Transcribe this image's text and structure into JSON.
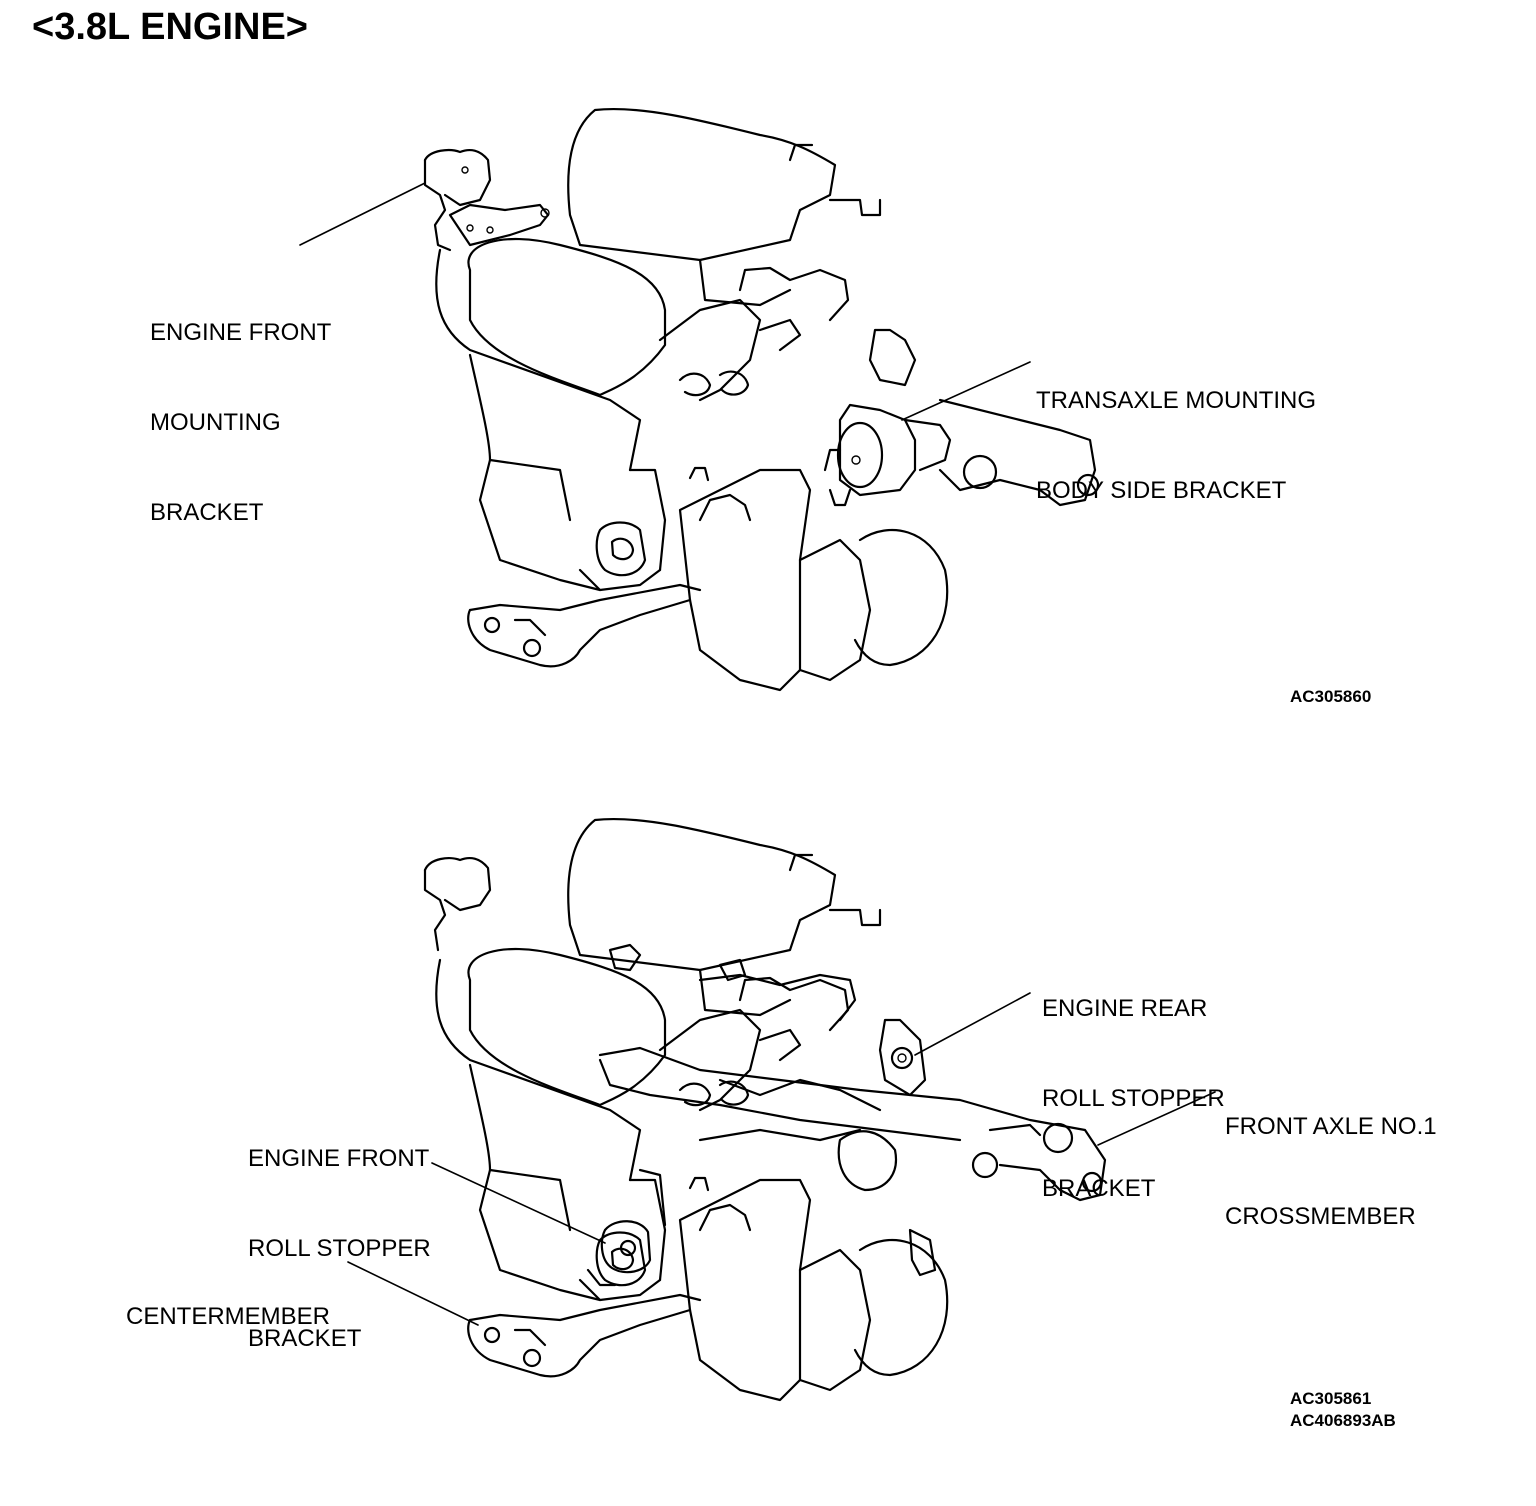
{
  "title": "<3.8L ENGINE>",
  "figures": [
    {
      "labels": {
        "engine_front_mounting_bracket": [
          "ENGINE FRONT",
          "MOUNTING",
          "BRACKET"
        ],
        "transaxle_mounting_body_side_bracket": [
          "TRANSAXLE MOUNTING",
          "BODY SIDE BRACKET"
        ]
      },
      "codes": [
        "AC305860"
      ]
    },
    {
      "labels": {
        "engine_rear_roll_stopper_bracket": [
          "ENGINE REAR",
          "ROLL STOPPER",
          "BRACKET"
        ],
        "front_axle_no1_crossmember": [
          "FRONT AXLE NO.1",
          "CROSSMEMBER"
        ],
        "engine_front_roll_stopper_bracket": [
          "ENGINE FRONT",
          "ROLL STOPPER",
          "BRACKET"
        ],
        "centermember": [
          "CENTERMEMBER"
        ]
      },
      "codes": [
        "AC305861",
        "AC406893AB"
      ]
    }
  ]
}
